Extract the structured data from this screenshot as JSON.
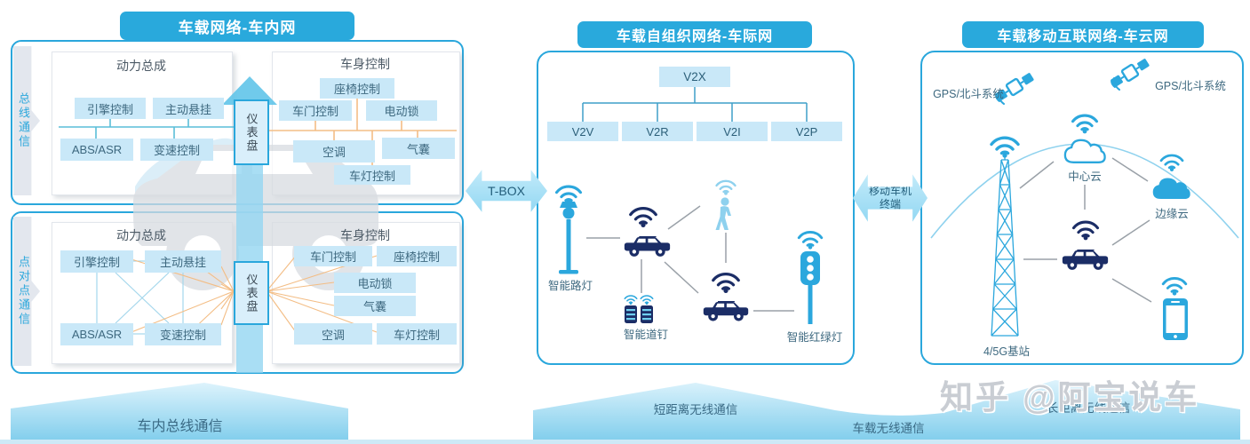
{
  "watermark": "知乎 @阿宝说车",
  "colors": {
    "accent_blue": "#29a9dc",
    "navy": "#1b2d66",
    "light_blue_fill": "#c9e8f8",
    "orange_line": "#f3bd85",
    "teal_line": "#5abed9",
    "banner_top": "#ddf3fc",
    "banner_bottom": "#7fcdec"
  },
  "left": {
    "title": "车载网络-车内网",
    "bus": {
      "side": "总线通信",
      "dashboard": "仪表盘",
      "powertrain": {
        "title": "动力总成",
        "engine": "引擎控制",
        "suspension": "主动悬挂",
        "abs": "ABS/ASR",
        "transmission": "变速控制"
      },
      "body": {
        "title": "车身控制",
        "seat": "座椅控制",
        "door": "车门控制",
        "lock": "电动锁",
        "ac": "空调",
        "airbag": "气囊",
        "light": "车灯控制"
      }
    },
    "p2p": {
      "side": "点对点通信",
      "dashboard": "仪表盘",
      "powertrain": {
        "title": "动力总成",
        "engine": "引擎控制",
        "suspension": "主动悬挂",
        "abs": "ABS/ASR",
        "transmission": "变速控制"
      },
      "body": {
        "title": "车身控制",
        "door": "车门控制",
        "seat": "座椅控制",
        "lock": "电动锁",
        "airbag": "气囊",
        "ac": "空调",
        "light": "车灯控制"
      }
    }
  },
  "connectors": {
    "tbox": "T-BOX",
    "terminal": [
      "移动车机",
      "终端"
    ]
  },
  "middle": {
    "title": "车载自组织网络-车际网",
    "tree": {
      "root": "V2X",
      "children": [
        "V2V",
        "V2R",
        "V2I",
        "V2P"
      ]
    },
    "labels": {
      "lamp": "智能路灯",
      "studs": "智能道钉",
      "traffic": "智能红绿灯"
    }
  },
  "right": {
    "title": "车载移动互联网络-车云网",
    "labels": {
      "gps_left": "GPS/北斗系统",
      "gps_right": "GPS/北斗系统",
      "center_cloud": "中心云",
      "edge_cloud": "边缘云",
      "station": "4/5G基站"
    }
  },
  "banners": {
    "in_vehicle_bus": "车内总线通信",
    "short_range": "短距离无线通信",
    "vehicle_wireless": "车载无线通信",
    "long_range": "长距离无线通信"
  }
}
